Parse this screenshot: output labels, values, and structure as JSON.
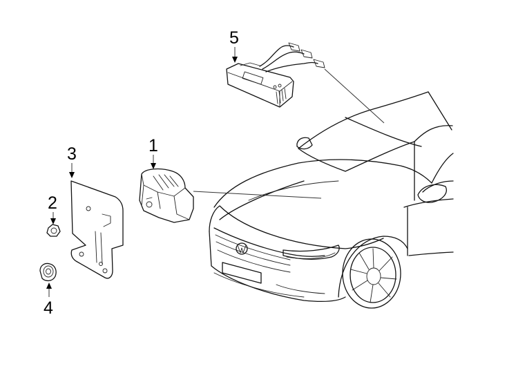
{
  "callouts": [
    {
      "id": "1",
      "label": "1",
      "part": "camera-module"
    },
    {
      "id": "2",
      "label": "2",
      "part": "nut"
    },
    {
      "id": "3",
      "label": "3",
      "part": "bracket"
    },
    {
      "id": "4",
      "label": "4",
      "part": "nut"
    },
    {
      "id": "5",
      "label": "5",
      "part": "control-module-harness"
    }
  ]
}
